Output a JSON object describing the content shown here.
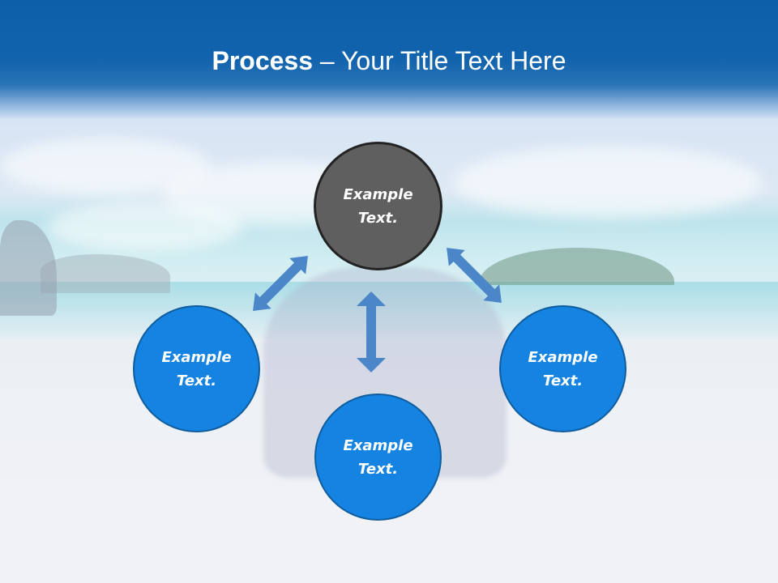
{
  "slide": {
    "title": {
      "bold": "Process",
      "rest": " – Your Title Text Here"
    },
    "colors": {
      "header": "#0c5fa9",
      "center_node": "#5f5f5f",
      "center_border": "#232323",
      "node": "#1483e2",
      "node_border": "#0f5d9e",
      "arrow": "#4a86c8"
    },
    "nodes": [
      {
        "id": "top",
        "label_line1": "Example",
        "label_line2": "Text."
      },
      {
        "id": "left",
        "label_line1": "Example",
        "label_line2": "Text."
      },
      {
        "id": "bottom",
        "label_line1": "Example",
        "label_line2": "Text."
      },
      {
        "id": "right",
        "label_line1": "Example",
        "label_line2": "Text."
      }
    ],
    "arrows": [
      {
        "id": "top-left",
        "icon": "double-arrow-diagonal"
      },
      {
        "id": "top-bottom",
        "icon": "double-arrow-vertical"
      },
      {
        "id": "top-right",
        "icon": "double-arrow-diagonal"
      }
    ]
  }
}
